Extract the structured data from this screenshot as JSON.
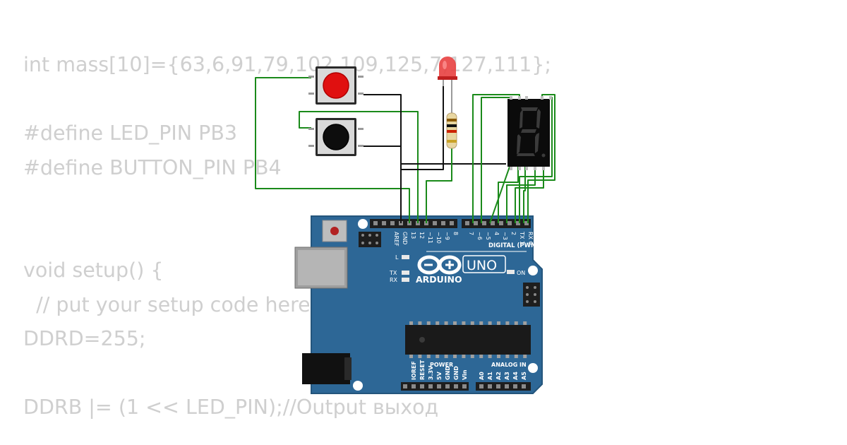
{
  "code_lines": [
    "int mass[10]={63,6,91,79,102,109,125,7,127,111};",
    "",
    "#define LED_PIN PB3",
    "#define BUTTON_PIN PB4",
    "",
    "",
    "void setup() {",
    "  // put your setup code here",
    "DDRD=255;",
    "",
    "DDRB |= (1 << LED_PIN);//Output выход"
  ],
  "board": {
    "pin_labels_top": [
      "AREF",
      "GND",
      "13",
      "12",
      "~11",
      "~10",
      "~9",
      "8",
      "7",
      "~6",
      "~5",
      "4",
      "~3",
      "2",
      "TX 1",
      "RX 0"
    ],
    "digital_label": "DIGITAL (PWM ~)",
    "brand": "ARDUINO",
    "model": "UNO",
    "led_l": "L",
    "led_tx": "TX",
    "led_rx": "RX",
    "led_on": "ON",
    "power_header": "POWER",
    "analog_header": "ANALOG IN",
    "power_pins": [
      "IOREF",
      "RESET",
      "3.3V",
      "5V",
      "GND",
      "GND",
      "Vin"
    ],
    "analog_pins": [
      "A0",
      "A1",
      "A2",
      "A3",
      "A4",
      "A5"
    ],
    "board_color": "#2a6496",
    "wire_color": "#1a8a1a"
  },
  "components": {
    "button_red": "red-pushbutton",
    "button_black": "black-pushbutton",
    "led": "red-led",
    "resistor": "resistor",
    "display": "seven-segment-display"
  }
}
